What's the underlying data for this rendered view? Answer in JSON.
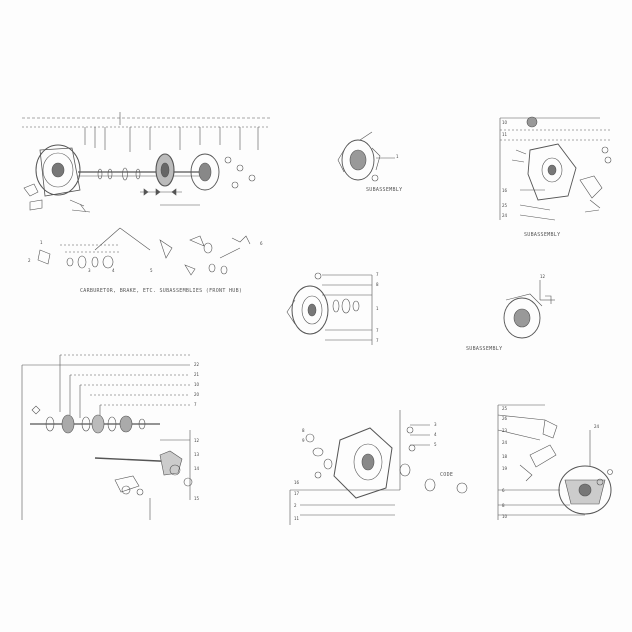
{
  "document": {
    "captions": {
      "p1": "CARBURETOR, BRAKE, ETC. SUBASSEMBLIES (FRONT HUB)",
      "p2": "SUBASSEMBLY",
      "p3": "SUBASSEMBLY",
      "p4": "SUBASSEMBLY",
      "p5": "CODE"
    },
    "labels": {
      "n1": "1",
      "n2": "2",
      "n3": "3",
      "n4": "4",
      "n5": "5",
      "n6": "6",
      "n7": "7",
      "n8": "8",
      "n9": "9",
      "n10": "10",
      "n11": "11",
      "n12": "12",
      "n13": "13",
      "n14": "14",
      "n15": "15",
      "n16": "16",
      "n17": "17",
      "n18": "18",
      "n19": "19",
      "n20": "20",
      "n21": "21",
      "n22": "22",
      "n23": "23",
      "n24": "24",
      "n25": "25",
      "n26": "26"
    }
  }
}
